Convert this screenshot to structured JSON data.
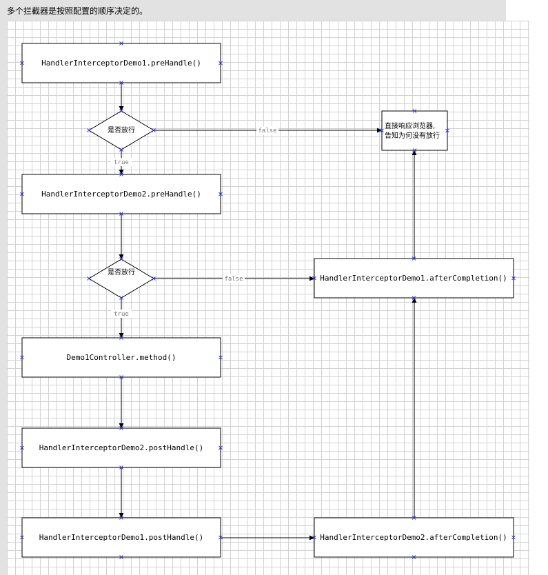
{
  "caption": "多个拦截器是按照配置的顺序决定的。",
  "nodes": {
    "demo1_prehandle": "HandlerInterceptorDemo1.preHandle()",
    "decision_1": "是否放行",
    "demo2_prehandle": "HandlerInterceptorDemo2.preHandle()",
    "decision_2": "是否放行",
    "controller_method": "Demo1Controller.method()",
    "demo2_posthandle": "HandlerInterceptorDemo2.postHandle()",
    "demo1_posthandle": "HandlerInterceptorDemo1.postHandle()",
    "respond_line1": "直接响应浏览器,",
    "respond_line2": "告知为何没有放行",
    "demo1_aftercompletion": "HandlerInterceptorDemo1.afterCompletion()",
    "demo2_aftercompletion": "HandlerInterceptorDemo2.afterCompletion()"
  },
  "edges": {
    "false_1": "false",
    "true_1": "true",
    "false_2": "false",
    "true_2": "true"
  }
}
